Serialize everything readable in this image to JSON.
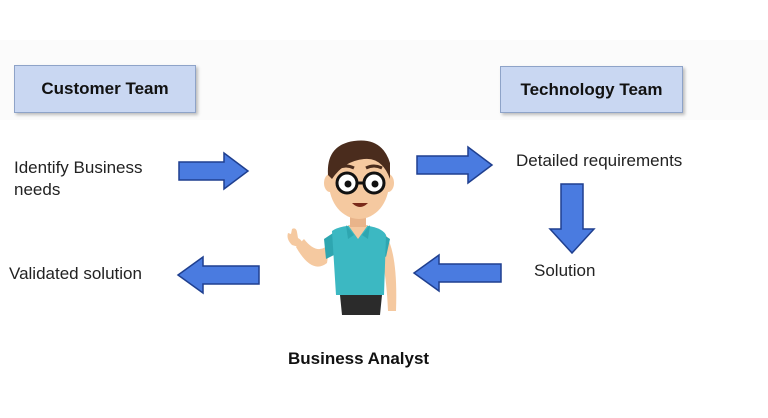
{
  "teams": {
    "customer": "Customer Team",
    "technology": "Technology Team"
  },
  "flow": {
    "identify": "Identify Business needs",
    "detailed": "Detailed requirements",
    "solution": "Solution",
    "validated": "Validated solution"
  },
  "analyst": {
    "title": "Business Analyst"
  },
  "colors": {
    "box_fill": "#c9d7f2",
    "arrow_fill": "#4a7be0",
    "arrow_stroke": "#1f3f8f",
    "shirt": "#3cb8c2",
    "skin": "#f5c9a0",
    "hair": "#4a2c1d"
  }
}
